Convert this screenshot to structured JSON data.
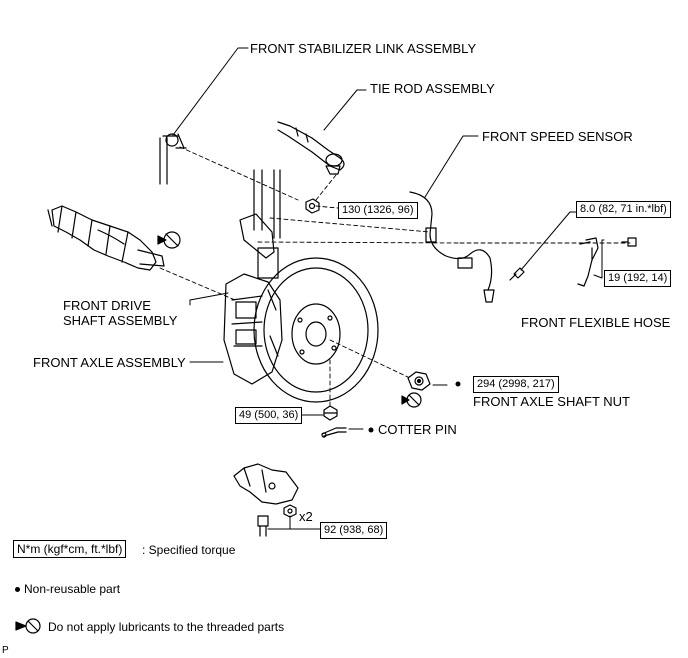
{
  "labels": {
    "stabilizer_link": "FRONT STABILIZER LINK ASSEMBLY",
    "tie_rod": "TIE ROD ASSEMBLY",
    "speed_sensor": "FRONT SPEED SENSOR",
    "drive_shaft_line1": "FRONT DRIVE",
    "drive_shaft_line2": "SHAFT ASSEMBLY",
    "flexible_hose": "FRONT FLEXIBLE HOSE",
    "axle_assembly": "FRONT AXLE ASSEMBLY",
    "axle_shaft_nut": "FRONT AXLE SHAFT NUT",
    "cotter_pin": "COTTER PIN",
    "quantity": "x2"
  },
  "torques": {
    "tie_rod_nut": "130 (1326, 96)",
    "sensor_bolt": "8.0 (82, 71 in.*lbf)",
    "hose_bolt": "19 (192, 14)",
    "axle_nut": "294 (2998, 217)",
    "ball_joint_nut": "49 (500, 36)",
    "lower_arm_bolts": "92 (938, 68)"
  },
  "legend": {
    "unit_box": "N*m (kgf*cm, ft.*lbf)",
    "unit_desc": ": Specified torque",
    "nonreusable": "Non-reusable part",
    "no_lube": "Do not apply lubricants to the threaded parts"
  },
  "footer": {
    "code": "P"
  }
}
